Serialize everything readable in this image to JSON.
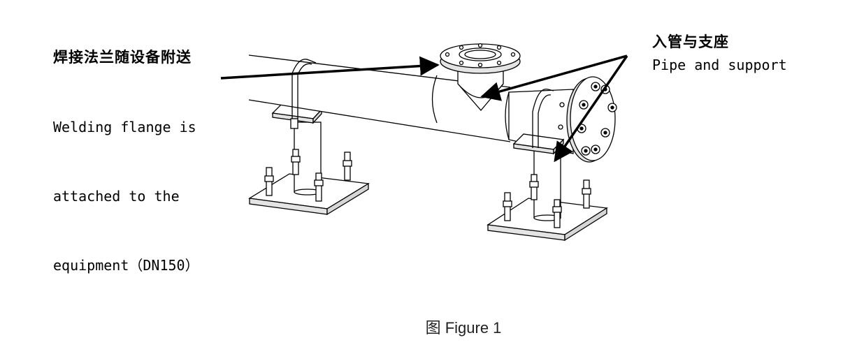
{
  "annotations": {
    "left_cn": "焊接法兰随设备附送",
    "left_en": [
      "Welding flange is",
      "attached to the",
      "equipment（DN150）"
    ],
    "right_cn": "入管与支座",
    "right_en": "Pipe and support"
  },
  "caption": "图 Figure 1",
  "colors": {
    "line": "#000000",
    "fill": "#ffffff",
    "shade": "#e4e4e4",
    "text": "#000000"
  }
}
